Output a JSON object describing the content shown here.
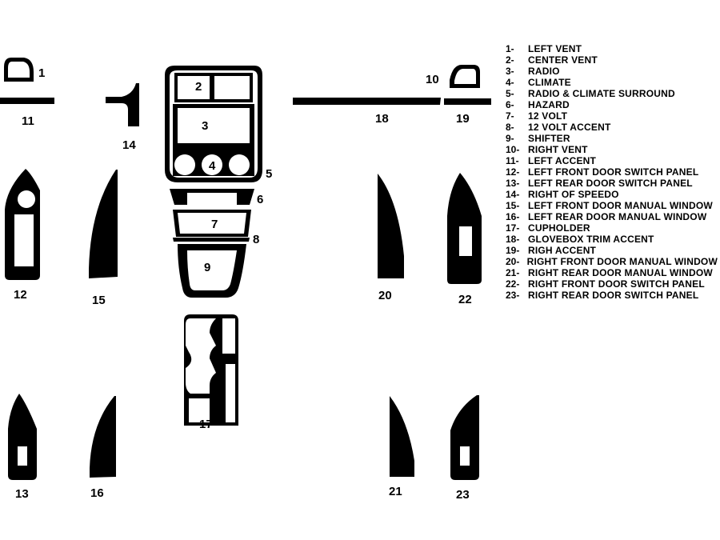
{
  "diagram": {
    "callouts": {
      "p1": "1",
      "p2": "2",
      "p3": "3",
      "p4": "4",
      "p5": "5",
      "p6": "6",
      "p7": "7",
      "p8": "8",
      "p9": "9",
      "p10": "10",
      "p11": "11",
      "p12": "12",
      "p13": "13",
      "p14": "14",
      "p15": "15",
      "p16": "16",
      "p17": "17",
      "p18": "18",
      "p19": "19",
      "p20": "20",
      "p21": "21",
      "p22": "22",
      "p23": "23"
    }
  },
  "legend": [
    {
      "num": "1-",
      "label": "LEFT VENT"
    },
    {
      "num": "2-",
      "label": "CENTER VENT"
    },
    {
      "num": "3-",
      "label": "RADIO"
    },
    {
      "num": "4-",
      "label": "CLIMATE"
    },
    {
      "num": "5-",
      "label": "RADIO & CLIMATE SURROUND"
    },
    {
      "num": "6-",
      "label": "HAZARD"
    },
    {
      "num": "7-",
      "label": "12 VOLT"
    },
    {
      "num": "8-",
      "label": "12 VOLT ACCENT"
    },
    {
      "num": "9-",
      "label": "SHIFTER"
    },
    {
      "num": "10-",
      "label": "RIGHT VENT"
    },
    {
      "num": "11-",
      "label": "LEFT ACCENT"
    },
    {
      "num": "12-",
      "label": "LEFT FRONT DOOR SWITCH PANEL"
    },
    {
      "num": "13-",
      "label": "LEFT REAR DOOR SWITCH PANEL"
    },
    {
      "num": "14-",
      "label": "RIGHT OF SPEEDO"
    },
    {
      "num": "15-",
      "label": "LEFT FRONT DOOR MANUAL WINDOW"
    },
    {
      "num": "16-",
      "label": "LEFT REAR DOOR MANUAL WINDOW"
    },
    {
      "num": "17-",
      "label": "CUPHOLDER"
    },
    {
      "num": "18-",
      "label": "GLOVEBOX TRIM ACCENT"
    },
    {
      "num": "19-",
      "label": "RIGH ACCENT"
    },
    {
      "num": "20-",
      "label": "RIGHT FRONT DOOR MANUAL WINDOW"
    },
    {
      "num": "21-",
      "label": "RIGHT REAR DOOR MANUAL WINDOW"
    },
    {
      "num": "22-",
      "label": "RIGHT FRONT DOOR SWITCH PANEL"
    },
    {
      "num": "23-",
      "label": "RIGHT REAR DOOR SWITCH PANEL"
    }
  ]
}
